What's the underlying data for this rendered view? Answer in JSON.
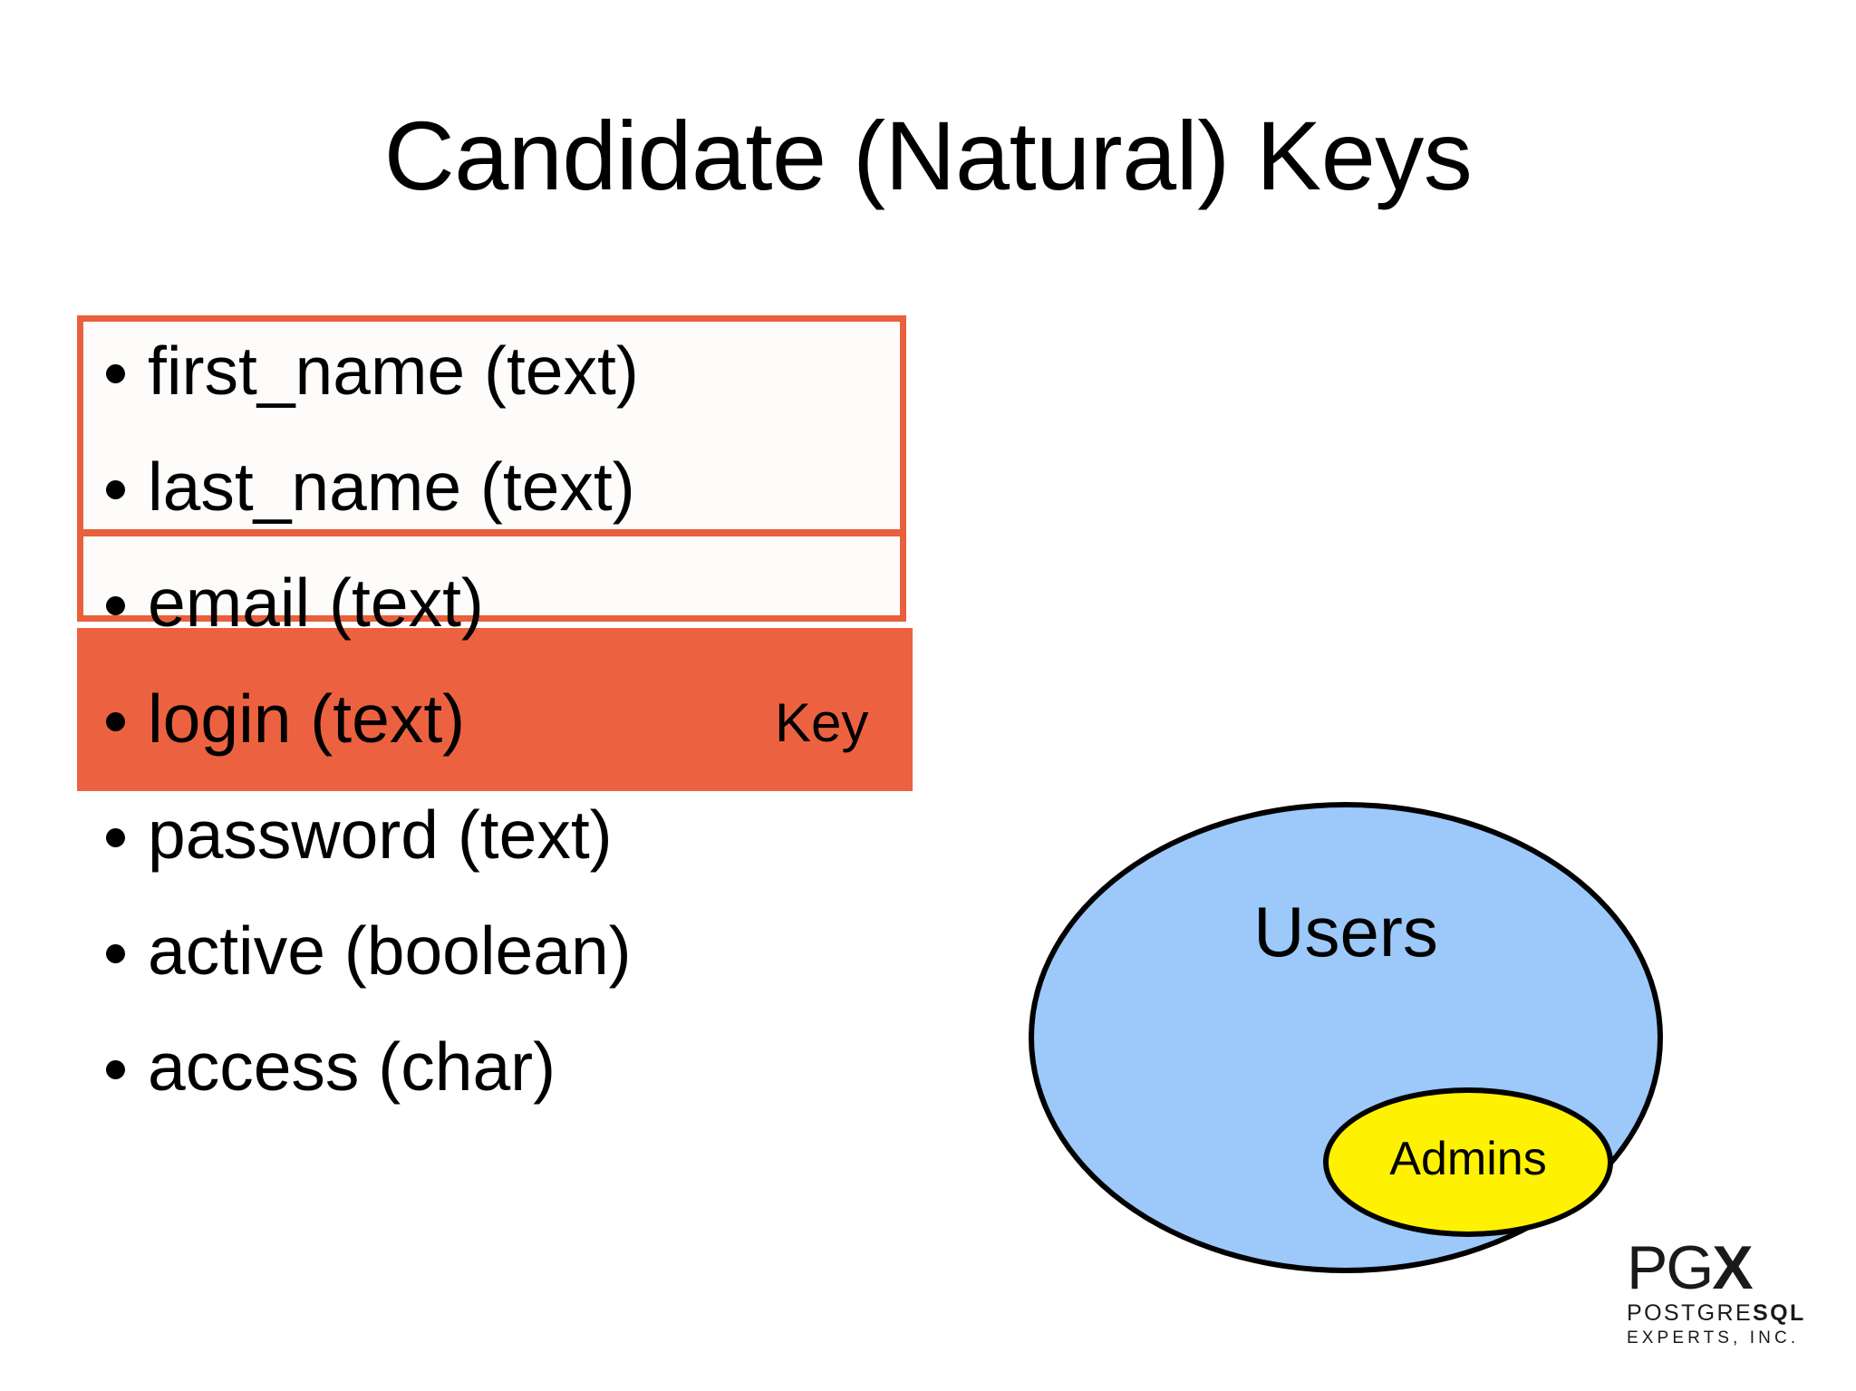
{
  "slide": {
    "title": "Candidate (Natural) Keys",
    "background_color": "#FFFFFF"
  },
  "fields": {
    "items": [
      {
        "label": "first_name (text)",
        "tag": ""
      },
      {
        "label": "last_name (text)",
        "tag": ""
      },
      {
        "label": "email (text)",
        "tag": ""
      },
      {
        "label": "login (text)",
        "tag": "Key"
      },
      {
        "label": "password (text)",
        "tag": ""
      },
      {
        "label": "active (boolean)",
        "tag": ""
      },
      {
        "label": "access (char)",
        "tag": ""
      }
    ]
  },
  "highlights": {
    "outline_color": "#E8603C",
    "outline_fill": "#FDFCFA",
    "filled_color": "#EC6240",
    "boxes": [
      {
        "name": "names-box",
        "style": "outline"
      },
      {
        "name": "email-box",
        "style": "outline"
      },
      {
        "name": "login-box",
        "style": "filled"
      }
    ]
  },
  "venn": {
    "outer_label": "Users",
    "outer_color": "#9CC9FA",
    "inner_label": "Admins",
    "inner_color": "#FFF200",
    "stroke_color": "#000000"
  },
  "logo": {
    "mark_pg": "PG",
    "mark_x": "X",
    "line2_a": "POSTGRE",
    "line2_b": "SQL",
    "line3": "EXPERTS, INC."
  }
}
